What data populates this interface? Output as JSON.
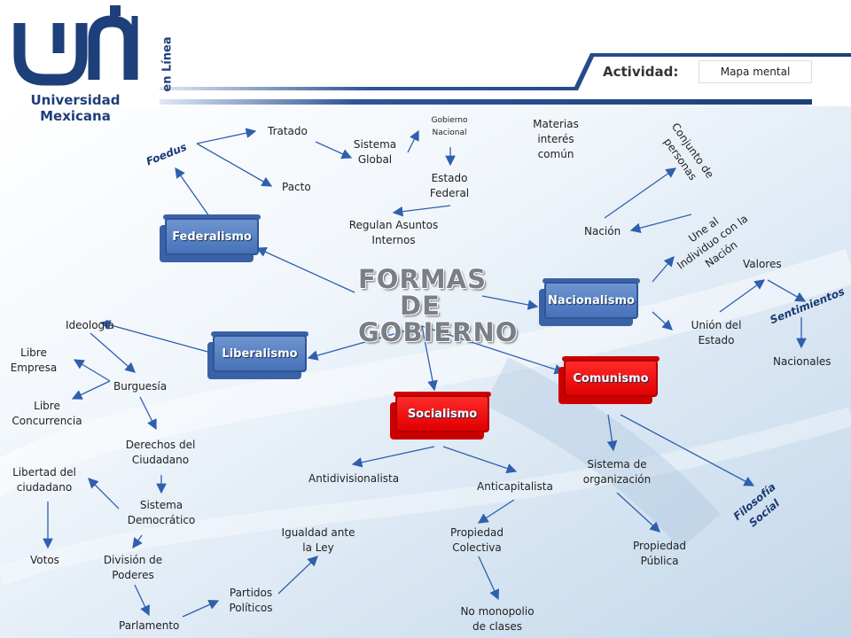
{
  "header": {
    "university": "Universidad Mexicana",
    "logo_tagline": "en Línea",
    "activity_label": "Actividad:",
    "activity_value": "Mapa mental"
  },
  "title": "FORMAS DE GOBIERNO",
  "colors": {
    "node_blue": "#4a78bd",
    "node_red": "#e00000",
    "arrow": "#2f5fae",
    "brand": "#1d3f7a"
  },
  "nodes": {
    "federalismo": "Federalismo",
    "liberalismo": "Liberalismo",
    "socialismo": "Socialismo",
    "comunismo": "Comunismo",
    "nacionalismo": "Nacionalismo"
  },
  "federalismo": {
    "foedus": "Foedus",
    "tratado": "Tratado",
    "pacto": "Pacto",
    "sistema_global": "Sistema Global",
    "gobierno_nacional": "Gobierno Nacional",
    "estado_federal": "Estado Federal",
    "regulan": "Regulan Asuntos Internos"
  },
  "nacionalismo": {
    "materias": "Materias interés común",
    "conjunto": "Conjunto de personas",
    "une": "Une al Individuo con la Nación",
    "nacion": "Nación",
    "valores": "Valores",
    "sentimientos": "Sentimientos",
    "union": "Unión del Estado",
    "nacionales": "Nacionales"
  },
  "liberalismo": {
    "ideologia": "Ideología",
    "libre_empresa": "Libre Empresa",
    "burguesia": "Burguesía",
    "libre_concurrencia": "Libre Concurrencia",
    "derechos": "Derechos del Ciudadano",
    "libertad": "Libertad del ciudadano",
    "sistema_democratico": "Sistema Democrático",
    "votos": "Votos",
    "division": "División de Poderes",
    "parlamento": "Parlamento",
    "partidos": "Partidos Políticos",
    "igualdad": "Igualdad ante la Ley"
  },
  "socialismo": {
    "antidivisionalista": "Antidivisionalista",
    "anticapitalista": "Anticapitalista",
    "propiedad_colectiva": "Propiedad Colectiva",
    "no_monopolio": "No monopolio de clases"
  },
  "comunismo": {
    "sistema_org": "Sistema de organización",
    "propiedad_publica": "Propiedad Pública",
    "filosofia": "Filosofía Social"
  }
}
